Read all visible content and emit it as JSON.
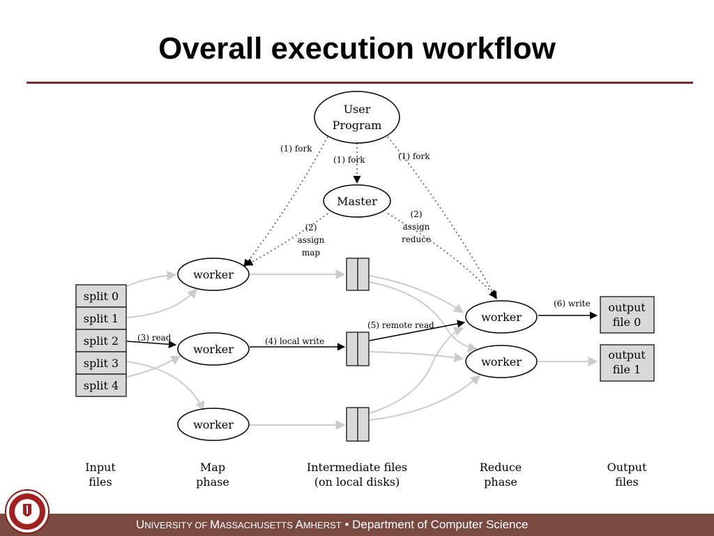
{
  "slide": {
    "title": "Overall execution workflow"
  },
  "diagram": {
    "user_program": [
      "User",
      "Program"
    ],
    "master": "Master",
    "fork_labels": [
      "(1) fork",
      "(1) fork",
      "(1) fork"
    ],
    "assign_map": [
      "(2)",
      "assign",
      "map"
    ],
    "assign_reduce": [
      "(2)",
      "assign",
      "reduce"
    ],
    "worker": "worker",
    "splits": [
      "split 0",
      "split 1",
      "split 2",
      "split 3",
      "split 4"
    ],
    "read_label": "(3) read",
    "local_write_label": "(4) local write",
    "remote_read_label": "(5) remote read",
    "write_label": "(6) write",
    "outputs": [
      [
        "output",
        "file 0"
      ],
      [
        "output",
        "file 1"
      ]
    ],
    "columns": [
      [
        "Input",
        "files"
      ],
      [
        "Map",
        "phase"
      ],
      [
        "Intermediate files",
        "(on local disks)"
      ],
      [
        "Reduce",
        "phase"
      ],
      [
        "Output",
        "files"
      ]
    ]
  },
  "footer": {
    "u": "U",
    "niversity_of": "NIVERSITY OF ",
    "m": "M",
    "assachusetts": "ASSACHUSETTS ",
    "a": "A",
    "mherst": "MHERST",
    "separator": "•",
    "department": "Department of Computer Science"
  },
  "colors": {
    "accent": "#7a2a2a",
    "footer_bg": "#7a4a40",
    "box_fill": "#d9d9d9",
    "light_arrow": "#cccccc"
  }
}
